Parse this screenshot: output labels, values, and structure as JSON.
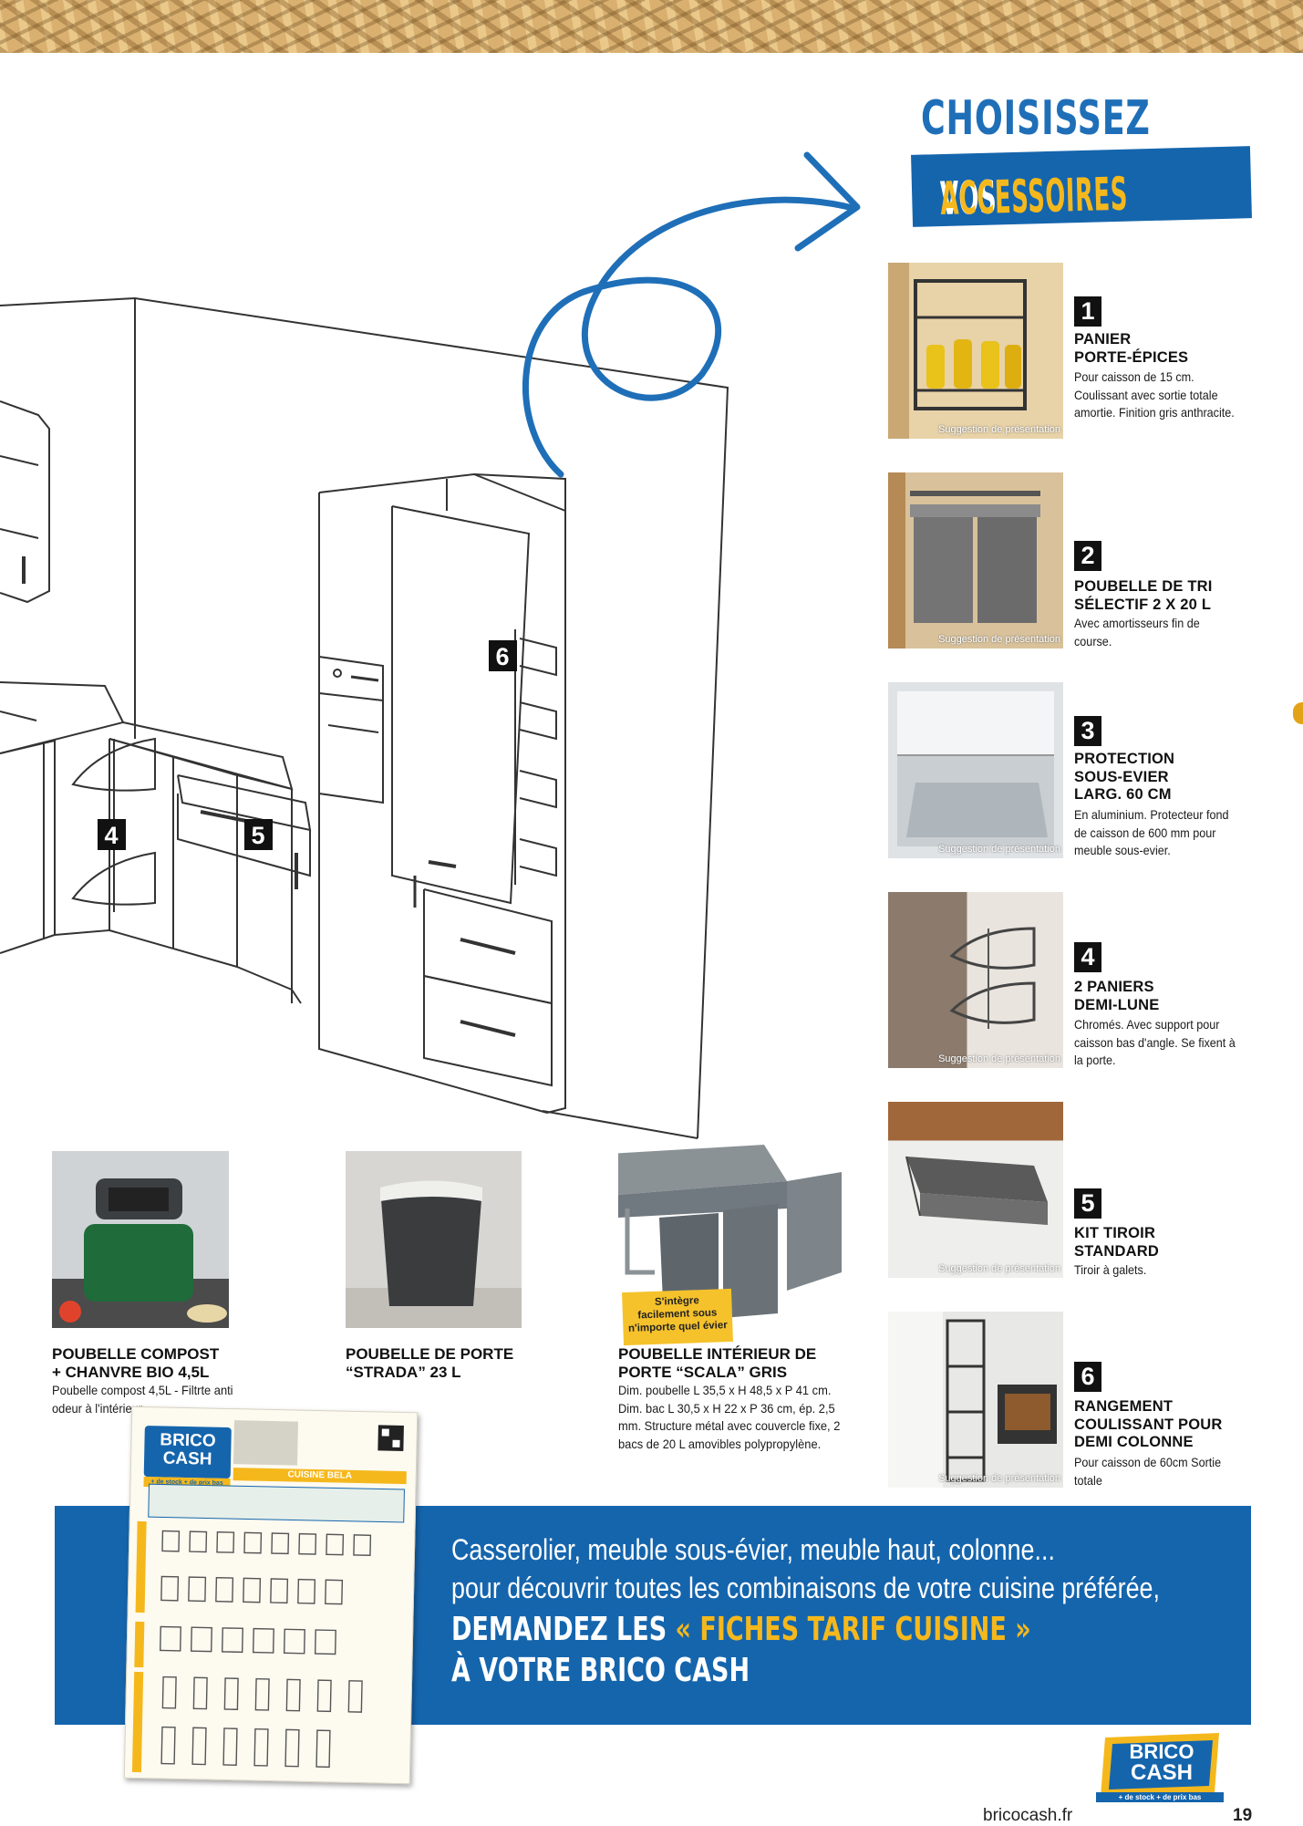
{
  "header": {
    "title_line1": "CHOISISSEZ",
    "title_word1": "VOS",
    "title_word2": "ACCESSOIRES"
  },
  "drawing_labels": [
    "6",
    "4",
    "5"
  ],
  "accessories": [
    {
      "num": "1",
      "name_lines": [
        "PANIER",
        "PORTE-ÉPICES"
      ],
      "desc": "Pour caisson de 15 cm. Coulissant avec sortie totale amortie. Finition gris anthracite.",
      "caption": "Suggestion de présentation"
    },
    {
      "num": "2",
      "name_lines": [
        "POUBELLE DE TRI",
        "SÉLECTIF 2 X 20 L"
      ],
      "desc": "Avec amortisseurs fin de course.",
      "caption": "Suggestion de présentation"
    },
    {
      "num": "3",
      "name_lines": [
        "PROTECTION",
        "SOUS-EVIER",
        "LARG. 60 CM"
      ],
      "desc": "En aluminium. Protecteur fond de caisson de 600 mm pour meuble sous-evier.",
      "caption": "Suggestion de présentation"
    },
    {
      "num": "4",
      "name_lines": [
        "2 PANIERS",
        "DEMI-LUNE"
      ],
      "desc": "Chromés. Avec support pour caisson bas d'angle. Se fixent à la porte.",
      "caption": "Suggestion de présentation"
    },
    {
      "num": "5",
      "name_lines": [
        "KIT TIROIR",
        "STANDARD"
      ],
      "desc": "Tiroir à galets.",
      "caption": "Suggestion de présentation"
    },
    {
      "num": "6",
      "name_lines": [
        "RANGEMENT",
        "COULISSANT POUR",
        "DEMI COLONNE"
      ],
      "desc": "Pour caisson de 60cm Sortie totale",
      "caption": "Suggestion de présentation"
    }
  ],
  "products": [
    {
      "name_lines": [
        "POUBELLE COMPOST",
        "+ CHANVRE BIO 4,5L"
      ],
      "desc": "Poubelle compost 4,5L - Filtrte anti odeur à l'intérieur"
    },
    {
      "name_lines": [
        "POUBELLE DE PORTE",
        "“STRADA” 23 L"
      ],
      "desc": ""
    },
    {
      "name_lines": [
        "POUBELLE INTÉRIEUR DE",
        "PORTE “SCALA” GRIS"
      ],
      "desc": "Dim. poubelle L 35,5 x H 48,5 x P 41 cm. Dim. bac L 30,5 x H 22 x P 36 cm, ép. 2,5 mm. Structure métal avec couvercle fixe, 2 bacs de 20 L amovibles polypropylène."
    }
  ],
  "badge": {
    "lines": [
      "S'intègre",
      "facilement sous",
      "n'importe quel évier"
    ]
  },
  "banner": {
    "line1": "Casserolier, meuble sous-évier, meuble haut, colonne...",
    "line2": "pour découvrir toutes les combinaisons de votre cuisine préférée,",
    "line3_a": "DEMANDEZ LES",
    "line3_b": "« FICHES TARIF CUISINE »",
    "line4": "À VOTRE BRICO CASH"
  },
  "sheet": {
    "logo_top": "BRICO",
    "logo_bottom": "CASH",
    "tagline": "+ de stock + de prix bas",
    "heading": "CUISINE BELA"
  },
  "footer": {
    "url": "bricocash.fr",
    "page": "19",
    "logo_top": "BRICO",
    "logo_bottom": "CASH",
    "tagline": "+ de stock + de prix bas"
  },
  "colors": {
    "brand_blue": "#1565ad",
    "accent_yellow": "#f5b81c",
    "title_blue": "#1f6fb8"
  }
}
